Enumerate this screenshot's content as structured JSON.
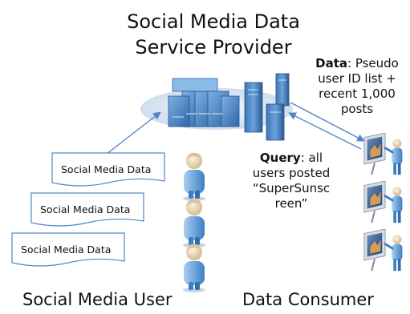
{
  "provider": {
    "title_line1": "Social Media Data",
    "title_line2": "Service Provider"
  },
  "documents": [
    {
      "label": "Social Media Data"
    },
    {
      "label": "Social Media Data"
    },
    {
      "label": "Social Media Data"
    }
  ],
  "data_note": {
    "keyword": "Data",
    "line1_rest": ": Pseudo",
    "line2": "user ID list +",
    "line3": "recent 1,000",
    "line4": "posts"
  },
  "query_note": {
    "keyword": "Query",
    "line1_rest": ": all",
    "line2": "users posted",
    "line3": "“SuperSunsc",
    "line4": "reen”"
  },
  "footer": {
    "user_label": "Social Media User",
    "consumer_label": "Data Consumer"
  },
  "colors": {
    "arrow": "#4f86c6",
    "server_front": "#4d88c8",
    "server_side": "#2c5f9a",
    "person_head": "#ead9b8",
    "person_body": "#6aa7de",
    "cloud": "#dde8f4"
  }
}
